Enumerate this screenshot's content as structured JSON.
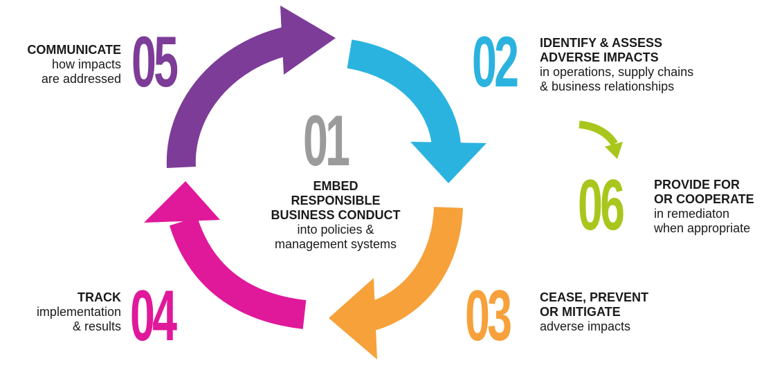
{
  "colors": {
    "step_01": "#9b9b9b",
    "step_02": "#2bb3e0",
    "step_03": "#f7a13b",
    "step_04": "#e0189a",
    "step_05": "#7d3c98",
    "step_06": "#a9c61d"
  },
  "steps": {
    "s01": {
      "number": "01",
      "title_lines": [
        "EMBED",
        "RESPONSIBLE",
        "BUSINESS CONDUCT"
      ],
      "sub_lines": [
        "into policies &",
        "management systems"
      ]
    },
    "s02": {
      "number": "02",
      "title_lines": [
        "IDENTIFY & ASSESS",
        "ADVERSE IMPACTS"
      ],
      "sub_lines": [
        "in operations, supply chains",
        "& business relationships"
      ]
    },
    "s03": {
      "number": "03",
      "title_lines": [
        "CEASE, PREVENT",
        "OR MITIGATE"
      ],
      "sub_lines": [
        "adverse impacts"
      ]
    },
    "s04": {
      "number": "04",
      "title_lines": [
        "TRACK"
      ],
      "sub_lines": [
        "implementation",
        "& results"
      ]
    },
    "s05": {
      "number": "05",
      "title_lines": [
        "COMMUNICATE"
      ],
      "sub_lines": [
        "how impacts",
        "are addressed"
      ]
    },
    "s06": {
      "number": "06",
      "title_lines": [
        "PROVIDE FOR",
        "OR COOPERATE"
      ],
      "sub_lines": [
        "in remediaton",
        "when appropriate"
      ]
    }
  }
}
